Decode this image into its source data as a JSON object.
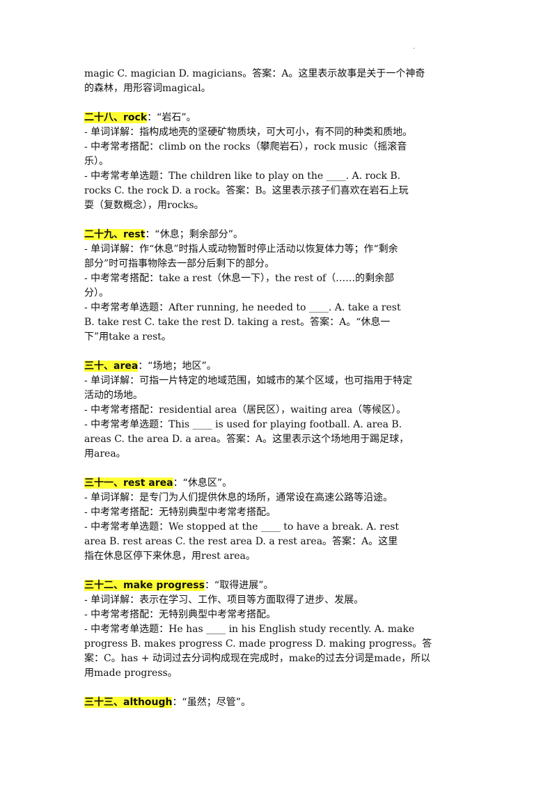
{
  "corner_mark": ".",
  "intro": {
    "lines": [
      "magic  C. magician  D. magicians。答案：A。这里表示故事是关于一个神奇",
      "的森林，用形容词magical。"
    ]
  },
  "sections": [
    {
      "id": "28",
      "heading_highlight": "二十八、rock",
      "heading_rest": "：“岩石”。",
      "lines": [
        "- 单词详解：指构成地壳的坚硬矿物质块，可大可小，有不同的种类和质地。",
        "- 中考常考搭配：climb on the rocks（攀爬岩石），rock music（摇滚音",
        "乐）。",
        "- 中考常考单选题：The children like to play on the ____. A. rock  B.",
        "rocks  C. the rock  D. a rock。答案：B。这里表示孩子们喜欢在岩石上玩",
        "耍（复数概念），用rocks。"
      ]
    },
    {
      "id": "29",
      "heading_highlight": "二十九、rest",
      "heading_rest": "：“休息；剩余部分”。",
      "lines": [
        "- 单词详解：作“休息”时指人或动物暂时停止活动以恢复体力等；作“剩余",
        "部分”时可指事物除去一部分后剩下的部分。",
        "- 中考常考搭配：take a rest（休息一下），the rest of（……的剩余部",
        "分）。",
        "- 中考常考单选题：After running, he needed to ____. A. take a rest",
        "B. take rest  C. take the rest  D. taking a rest。答案：A。“休息一",
        "下”用take a rest。"
      ]
    },
    {
      "id": "30",
      "heading_highlight": "三十、area",
      "heading_rest": "：“场地；地区”。",
      "lines": [
        "- 单词详解：可指一片特定的地域范围，如城市的某个区域，也可指用于特定",
        "活动的场地。",
        "- 中考常考搭配：residential area（居民区），waiting area（等候区）。",
        "- 中考常考单选题：This ____ is used for playing football. A. area  B.",
        "areas  C. the area  D. a area。答案：A。这里表示这个场地用于踢足球，",
        "用area。"
      ]
    },
    {
      "id": "31",
      "heading_highlight": "三十一、rest area",
      "heading_rest": "：“休息区”。",
      "lines": [
        "- 单词详解：是专门为人们提供休息的场所，通常设在高速公路等沿途。",
        "- 中考常考搭配：无特别典型中考常考搭配。",
        "- 中考常考单选题：We stopped at the ____ to have a break. A. rest",
        "area  B. rest areas  C. the rest area  D. a rest area。答案：A。这里",
        "指在休息区停下来休息，用rest area。"
      ]
    },
    {
      "id": "32",
      "heading_highlight": "三十二、make progress",
      "heading_rest": "：“取得进展”。",
      "lines": [
        "- 单词详解：表示在学习、工作、项目等方面取得了进步、发展。",
        "- 中考常考搭配：无特别典型中考常考搭配。",
        "- 中考常考单选题：He has ____ in his English study recently. A. make",
        "progress  B. makes progress  C. made progress  D. making progress。答",
        "案：C。has + 动词过去分词构成现在完成时，make的过去分词是made，所以",
        "用made progress。"
      ]
    },
    {
      "id": "33",
      "heading_highlight": "三十三、although",
      "heading_rest": "：“虽然；尽管”。",
      "lines": []
    }
  ],
  "colors": {
    "highlight": "#ffff33",
    "text": "#111111",
    "background": "#ffffff"
  }
}
